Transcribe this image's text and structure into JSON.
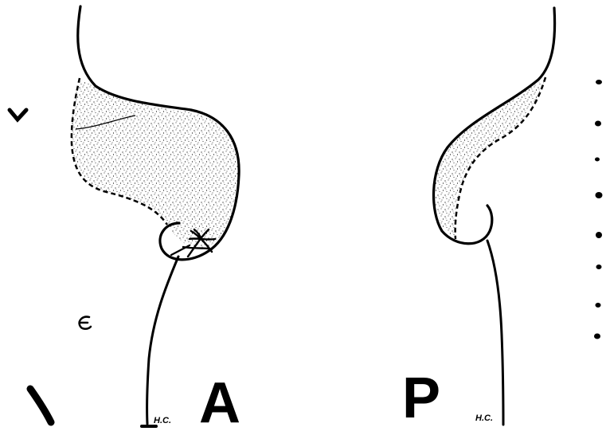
{
  "panels": [
    {
      "id": "A",
      "label": "A",
      "initials": "H.C."
    },
    {
      "id": "P",
      "label": "P",
      "initials": "H.C."
    }
  ],
  "colors": {
    "ink": "#000000",
    "background": "#ffffff"
  }
}
